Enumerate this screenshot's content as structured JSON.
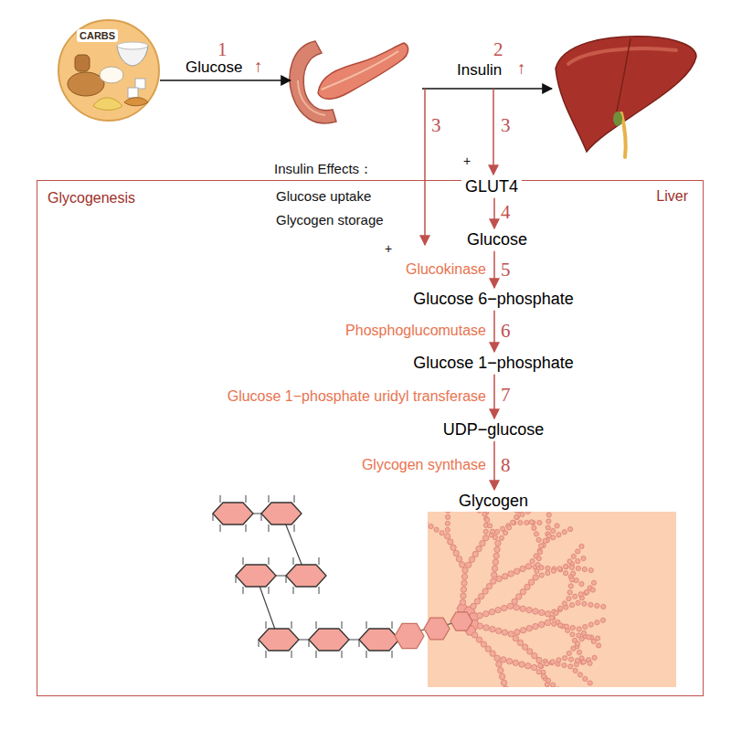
{
  "diagram": {
    "nodes": [
      {
        "text": [
          "CARBS"
        ]
      },
      {
        "text": [
          "Glycogenesis",
          "Liver"
        ]
      },
      {
        "text": [
          "GLUT4"
        ],
        "in": 1
      },
      {
        "text": [
          "Glucose"
        ],
        "in": 1
      },
      {
        "text": [
          "Glucose 6−phosphate"
        ],
        "in": 1
      },
      {
        "text": [
          "Glucose 1−phosphate"
        ],
        "in": 1
      },
      {
        "text": [
          "UDP−glucose"
        ],
        "in": 1
      },
      {
        "text": [
          "Glycogen"
        ],
        "in": 1
      }
    ],
    "edges": [
      {
        "from": 2,
        "to": 3,
        "arrow": "to"
      },
      {
        "from": 3,
        "to": 4,
        "arrow": "to",
        "label": "Glucokinase"
      },
      {
        "from": 4,
        "to": 5,
        "arrow": "to",
        "label": "Phosphoglucomutase"
      },
      {
        "from": 5,
        "to": 6,
        "arrow": "to",
        "label": "Glucose 1−phosphate uridyl transferase"
      },
      {
        "from": 6,
        "to": 7,
        "arrow": "to",
        "label": "Glycogen synthase"
      }
    ],
    "labels": [
      "1",
      "Glucose",
      "↑",
      "2",
      "Insulin",
      "↑",
      "3",
      "3",
      "Insulin Effects：",
      "Glucose uptake",
      "Glycogen storage",
      "+",
      "+",
      "4",
      "5",
      "6",
      "7",
      "8"
    ]
  }
}
